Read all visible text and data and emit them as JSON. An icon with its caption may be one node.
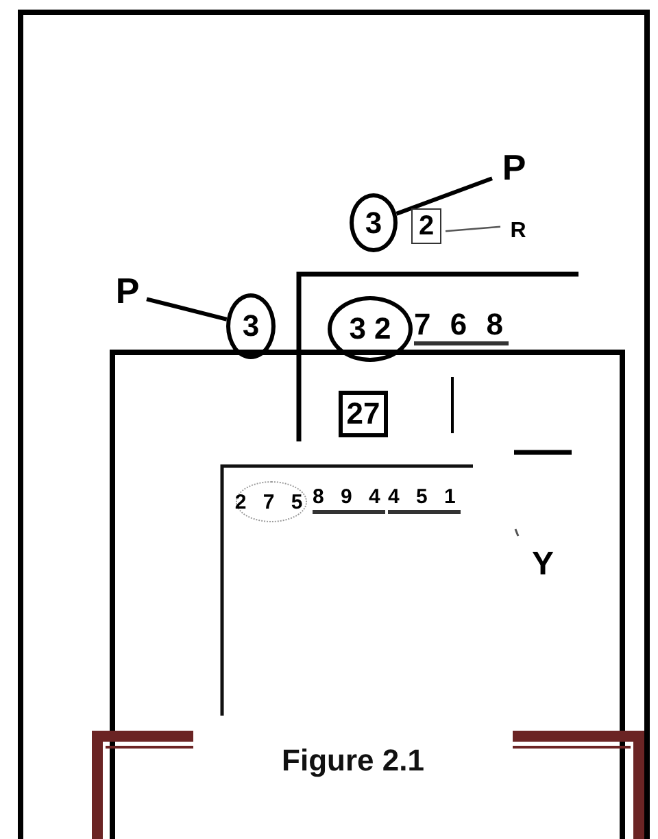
{
  "diagram": {
    "caption": "Figure 2.1",
    "nodes": [
      {
        "text": [
          "P"
        ]
      },
      {
        "text": [
          "3"
        ]
      },
      {
        "text": [
          "2"
        ]
      },
      {
        "text": [
          "R"
        ]
      },
      {
        "text": [
          "P"
        ]
      },
      {
        "text": [
          "3"
        ]
      },
      {
        "text": [
          "3 2"
        ]
      },
      {
        "text": [
          "27"
        ]
      },
      {
        "text": [
          "2 7 5"
        ]
      }
    ],
    "edges": [
      {
        "from": 0,
        "to": 1,
        "arrow": "none"
      },
      {
        "from": 3,
        "to": 2,
        "arrow": "none"
      },
      {
        "from": 4,
        "to": 5,
        "arrow": "none"
      }
    ],
    "labels": [
      "7 6 8",
      "Y",
      "8 9 4",
      "4 5 1"
    ]
  }
}
